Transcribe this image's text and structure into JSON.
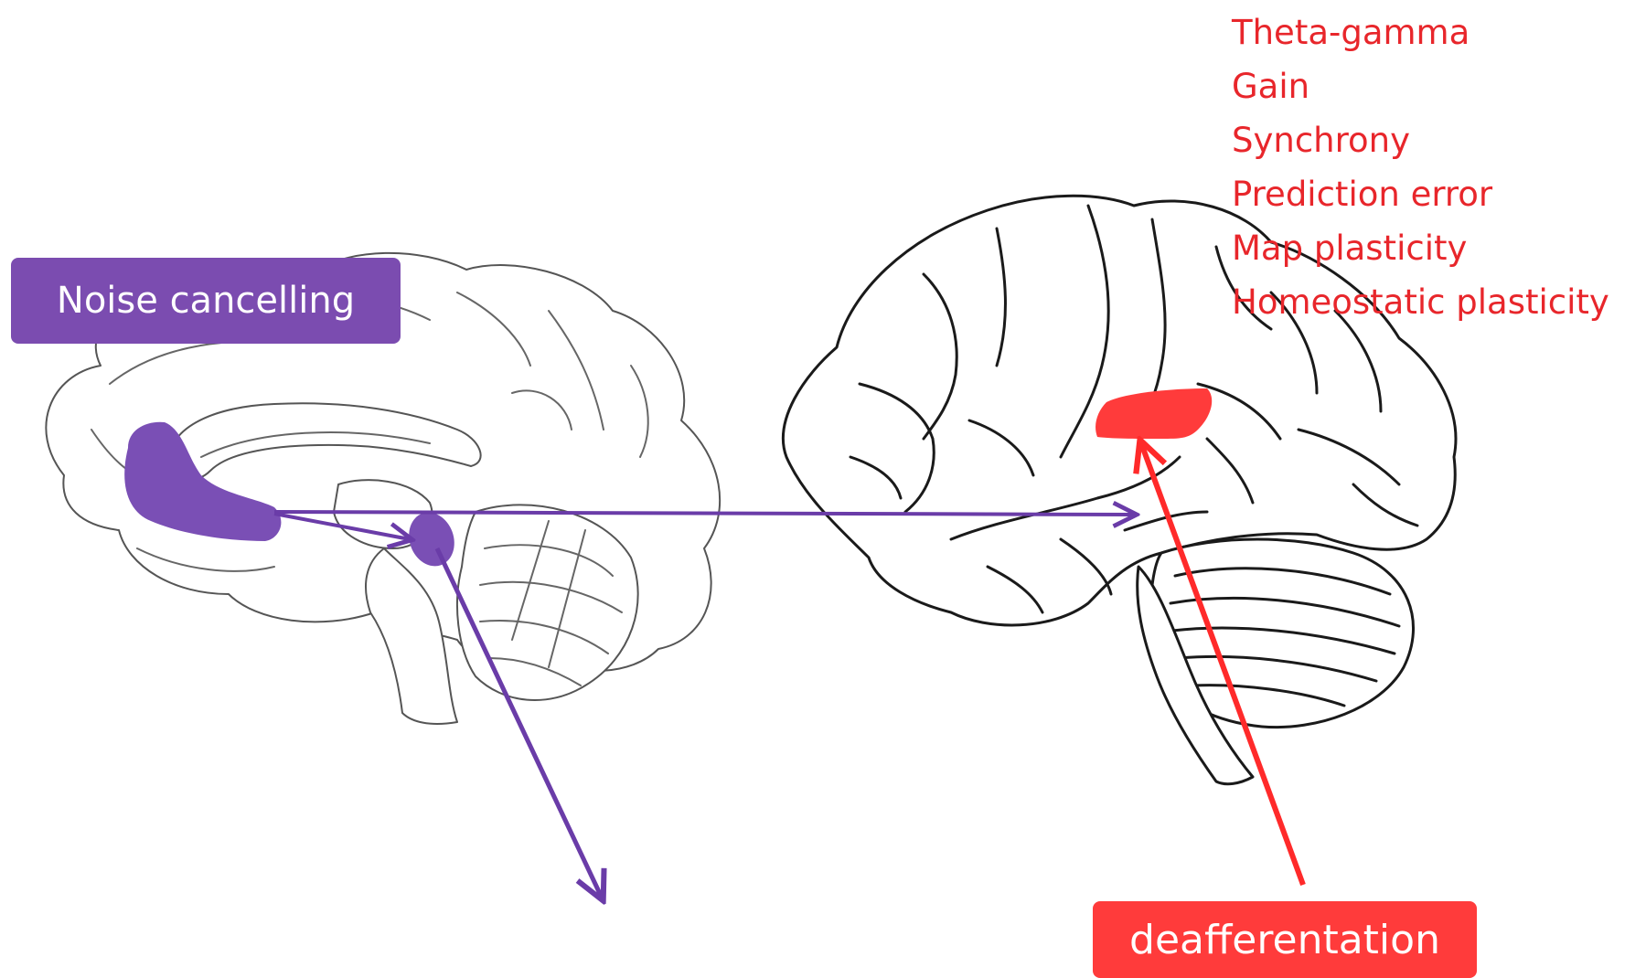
{
  "colors": {
    "purple": "#7b4cb0",
    "purple_region": "#7a4fb5",
    "red": "#ff3b3b",
    "red_text": "#e8262b",
    "outline": "#1a1a1a"
  },
  "labels": {
    "noise_cancelling": "Noise cancelling",
    "deafferentation": "deafferentation"
  },
  "mechanisms": [
    "Theta-gamma",
    "Gain",
    "Synchrony",
    "Prediction error",
    "Map plasticity",
    "Homeostatic plasticity"
  ]
}
